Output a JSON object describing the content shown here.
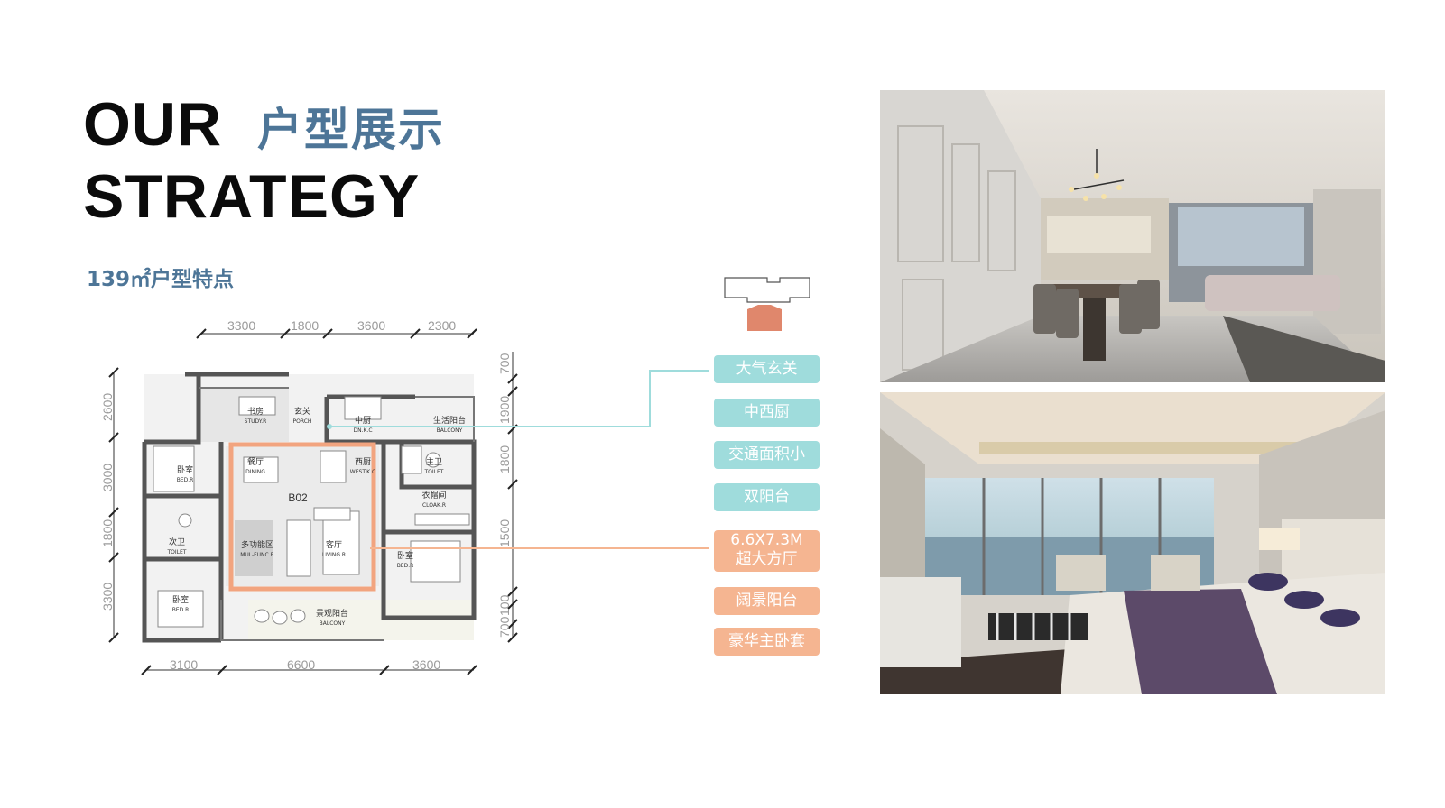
{
  "header": {
    "title_en_line1": "OUR",
    "title_en_line2": "STRATEGY",
    "title_cn": "户型展示",
    "subtitle": "139㎡户型特点"
  },
  "floorplan": {
    "dims_top": [
      "3300",
      "1800",
      "3600",
      "2300"
    ],
    "dims_bottom": [
      "3100",
      "6600",
      "3600"
    ],
    "dims_left": [
      "2600",
      "3000",
      "1800",
      "3300"
    ],
    "dims_right": [
      "700",
      "1900",
      "1800",
      "1500",
      "100",
      "700"
    ],
    "unit_label": "B02",
    "rooms": [
      {
        "cn": "书房",
        "en": "STUDY.R"
      },
      {
        "cn": "玄关",
        "en": "PORCH"
      },
      {
        "cn": "中厨",
        "en": "DN.K.C"
      },
      {
        "cn": "生活阳台",
        "en": "BALCONY"
      },
      {
        "cn": "卧室",
        "en": "BED.R"
      },
      {
        "cn": "餐厅",
        "en": "DINING"
      },
      {
        "cn": "西厨",
        "en": "WEST.K.C"
      },
      {
        "cn": "主卫",
        "en": "TOILET"
      },
      {
        "cn": "衣帽间",
        "en": "CLOAK.R"
      },
      {
        "cn": "次卫",
        "en": "TOILET"
      },
      {
        "cn": "多功能区",
        "en": "MUL-FUNC.R"
      },
      {
        "cn": "客厅",
        "en": "LIVING.R"
      },
      {
        "cn": "卧室",
        "en": "BED.R"
      },
      {
        "cn": "卧室",
        "en": "BED.R"
      },
      {
        "cn": "景观阳台",
        "en": "BALCONY"
      }
    ]
  },
  "features": {
    "blue": [
      "大气玄关",
      "中西厨",
      "交通面积小",
      "双阳台"
    ],
    "orange": [
      {
        "line1": "6.6X7.3M",
        "line2": "超大方厅"
      },
      {
        "line1": "阔景阳台",
        "line2": ""
      },
      {
        "line1": "豪华主卧套",
        "line2": ""
      }
    ]
  },
  "colors": {
    "title_blue": "#4d7597",
    "tag_blue": "#9fdcdc",
    "tag_orange": "#f5b591",
    "highlight_orange": "#f2a47f",
    "key_orange": "#e0876c"
  }
}
